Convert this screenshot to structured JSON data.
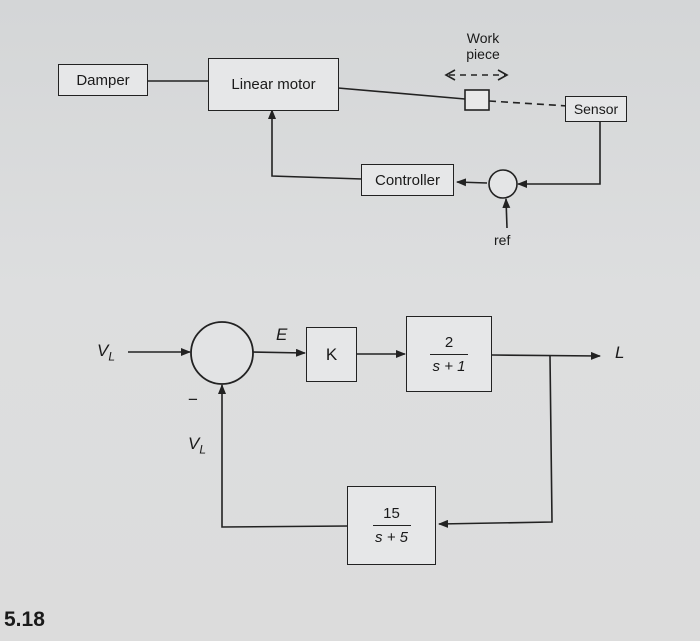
{
  "top": {
    "damper": "Damper",
    "linear_motor": "Linear motor",
    "work_piece_line1": "Work",
    "work_piece_line2": "piece",
    "sensor": "Sensor",
    "controller": "Controller",
    "ref": "ref"
  },
  "bottom": {
    "input_label": "V",
    "input_sub": "L",
    "error_label": "E",
    "gain_block": "K",
    "plant_num": "2",
    "plant_den": "s + 1",
    "output_label": "L",
    "feedback_label": "V",
    "feedback_sub": "L",
    "minus_sign": "−",
    "feedback_num": "15",
    "feedback_den": "s + 5"
  },
  "figure_number": "5.18"
}
